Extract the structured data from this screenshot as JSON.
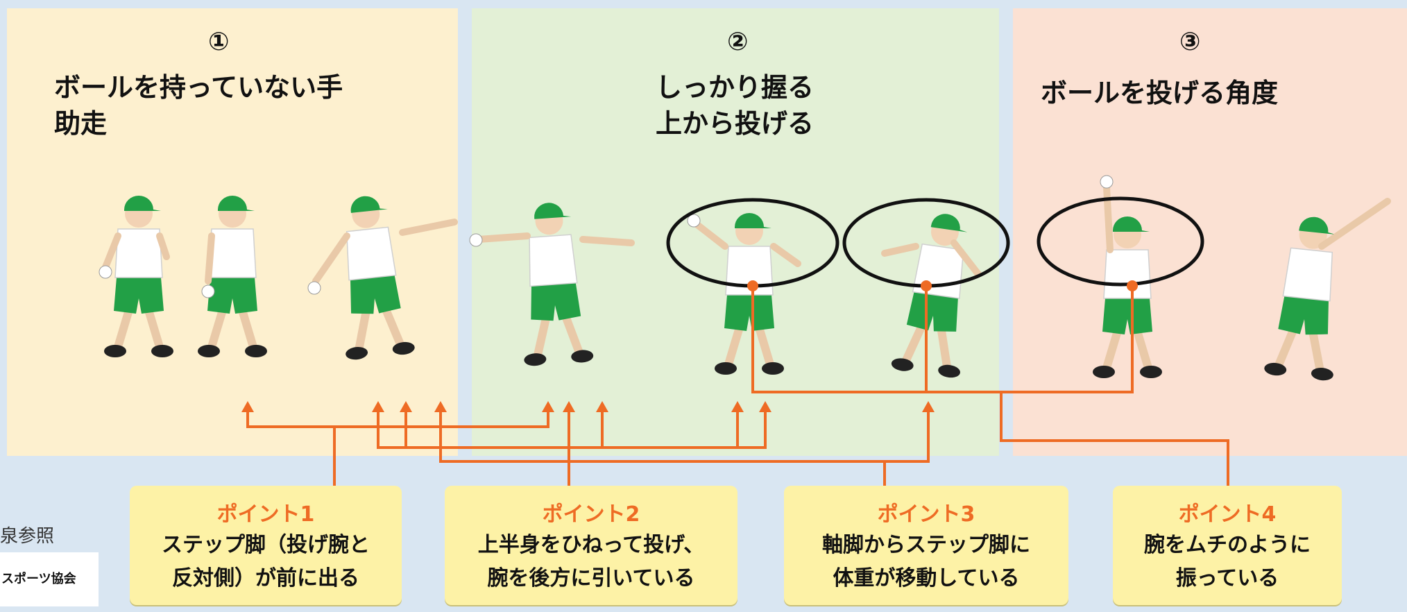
{
  "panels": [
    {
      "number": "①",
      "title_lines": [
        "ボールを持っていない手",
        "助走"
      ]
    },
    {
      "number": "②",
      "title_lines": [
        "しっかり握る",
        "上から投げる"
      ]
    },
    {
      "number": "③",
      "title_lines": [
        "ボールを投げる角度"
      ]
    }
  ],
  "points": [
    {
      "title": "ポイント1",
      "lines": [
        "ステップ脚（投げ腕と",
        "反対側）が前に出る"
      ]
    },
    {
      "title": "ポイント2",
      "lines": [
        "上半身をひねって投げ、",
        "腕を後方に引いている"
      ]
    },
    {
      "title": "ポイント3",
      "lines": [
        "軸脚からステップ脚に",
        "体重が移動している"
      ]
    },
    {
      "title": "ポイント4",
      "lines": [
        "腕をムチのように",
        "振っている"
      ]
    }
  ],
  "side_note": {
    "text": "泉参照",
    "logo_text": "スポーツ協会"
  },
  "colors": {
    "panel1": "#fdf0cf",
    "panel2": "#e3f0d6",
    "panel3": "#fbe1d3",
    "arrow": "#ee6b24",
    "point_box": "#fdf2a6",
    "point_title": "#ee6b24",
    "shirt": "#ffffff",
    "shorts": "#22a046",
    "cap": "#22a046"
  }
}
